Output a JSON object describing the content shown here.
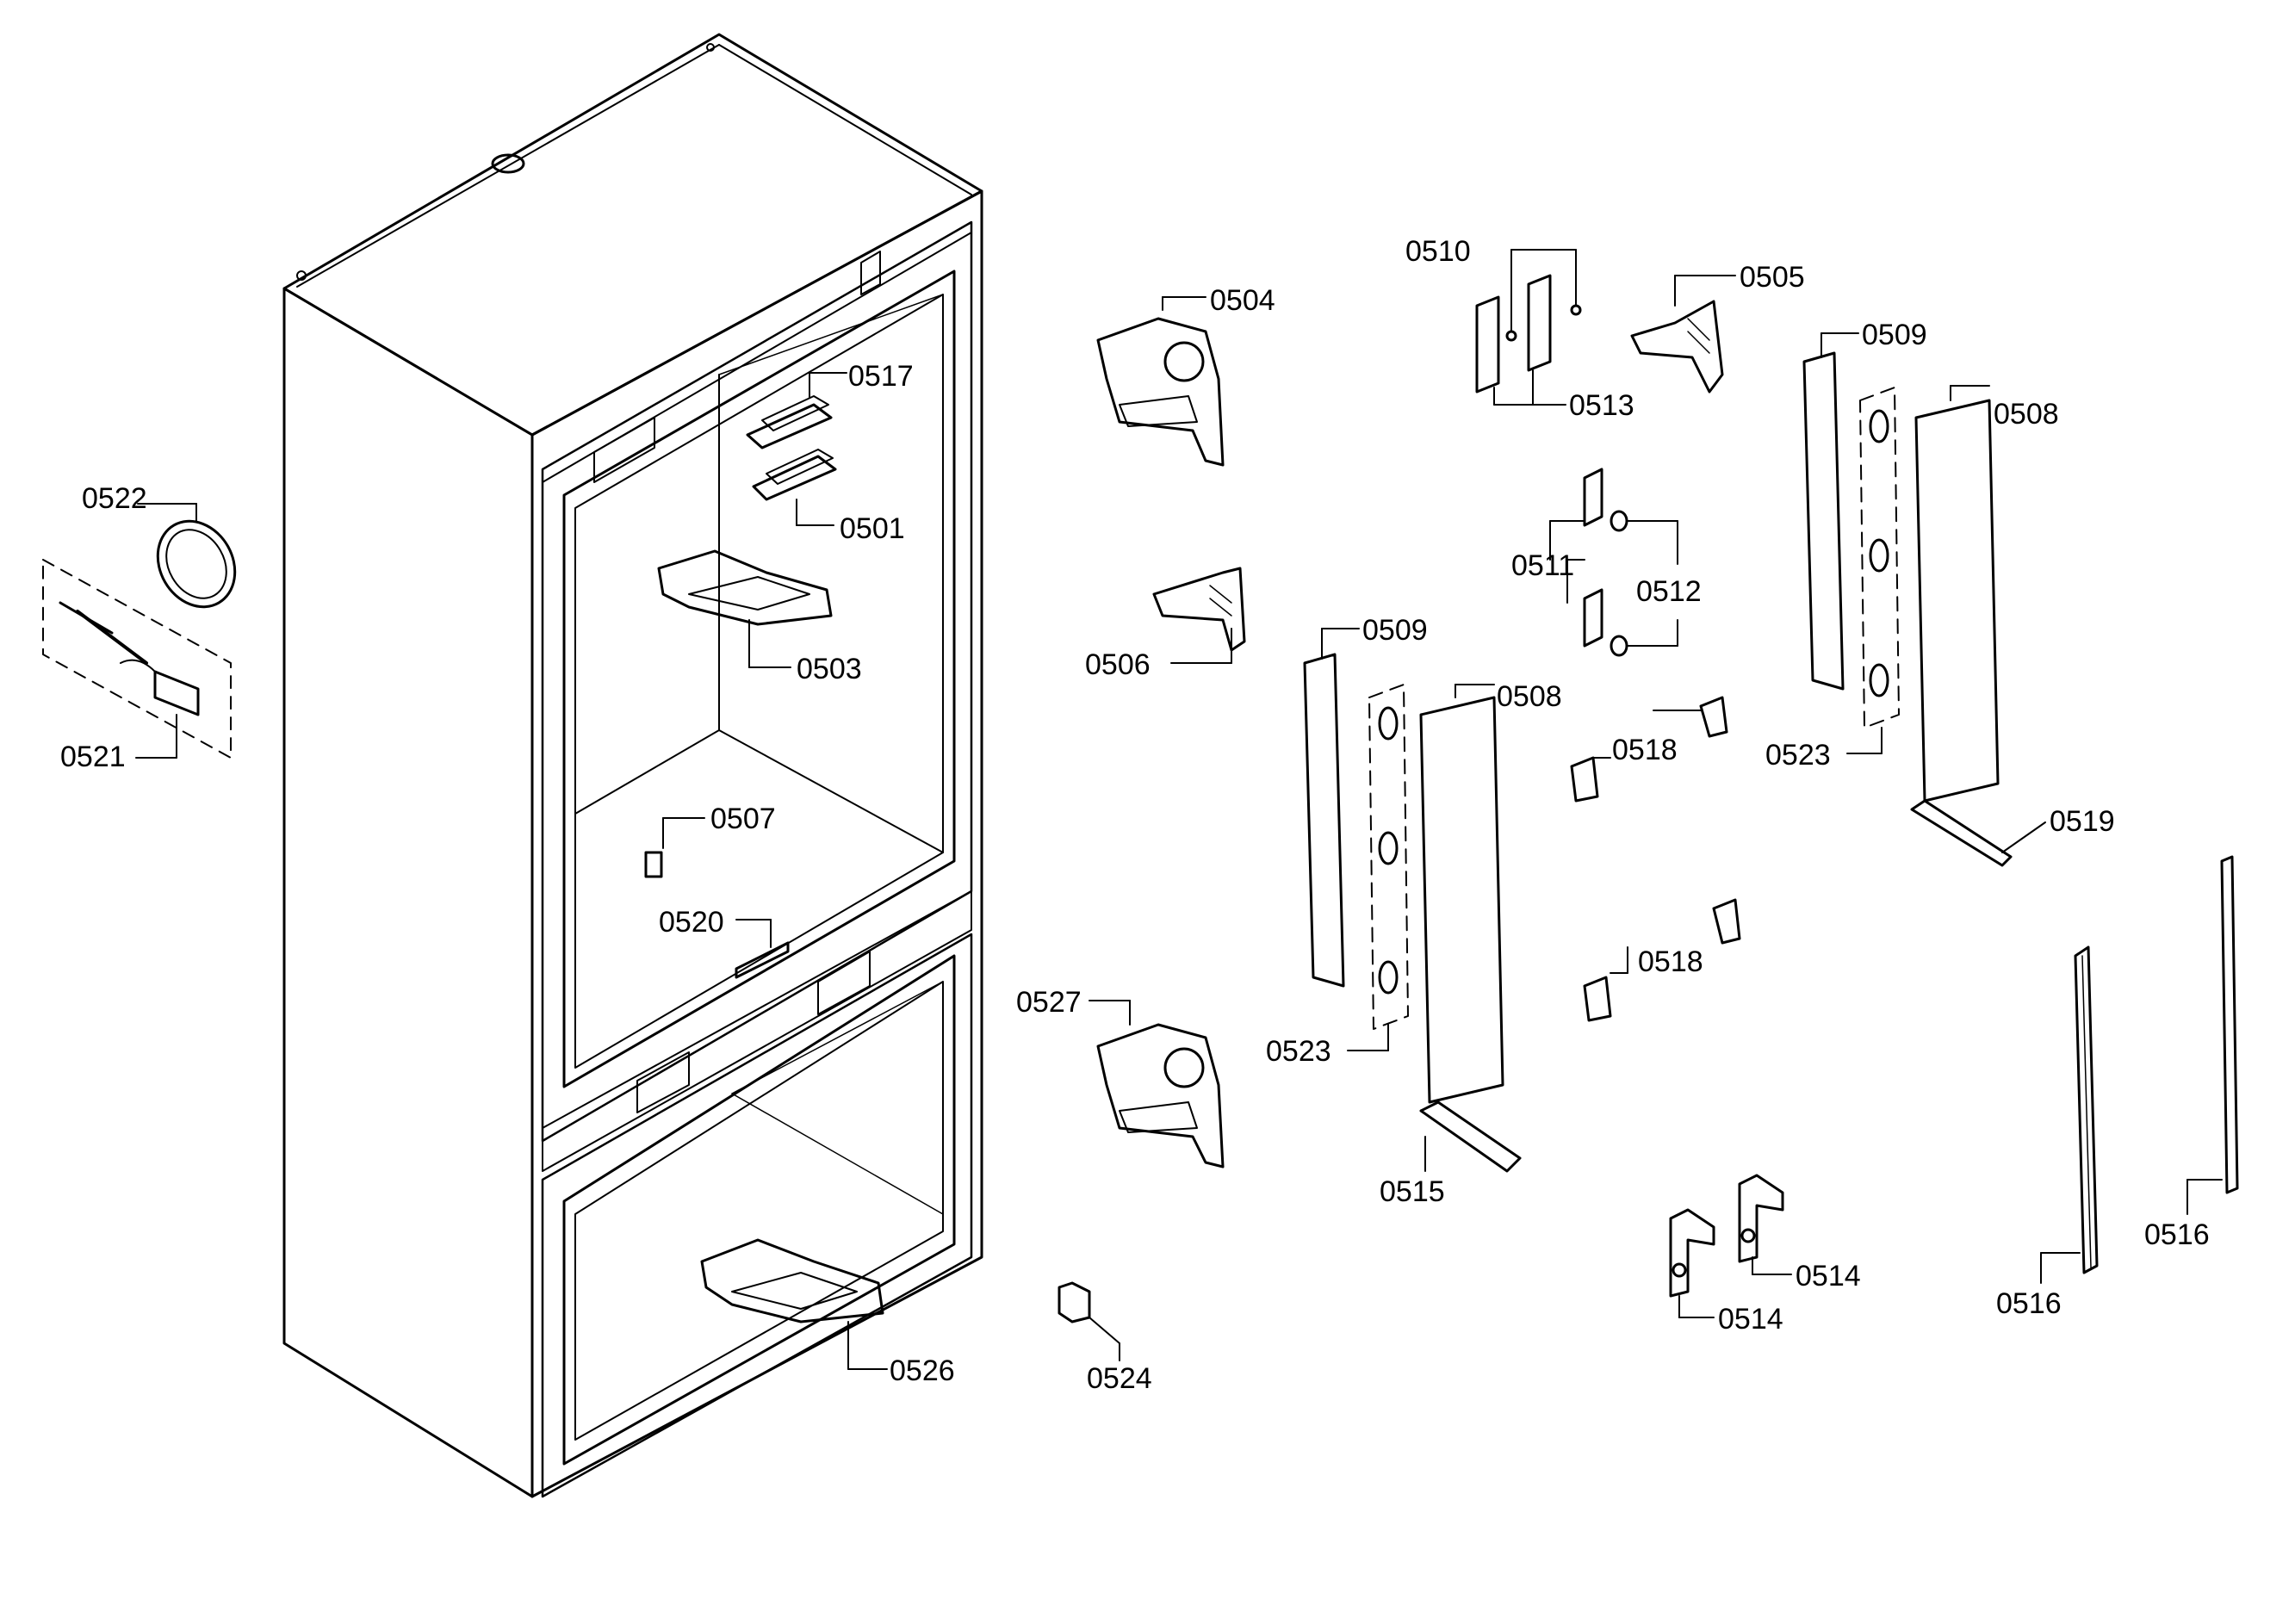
{
  "labels": {
    "p0501": "0501",
    "p0503": "0503",
    "p0504": "0504",
    "p0505": "0505",
    "p0506": "0506",
    "p0507": "0507",
    "p0508a": "0508",
    "p0508b": "0508",
    "p0509a": "0509",
    "p0509b": "0509",
    "p0510": "0510",
    "p0511": "0511",
    "p0512": "0512",
    "p0513": "0513",
    "p0514a": "0514",
    "p0514b": "0514",
    "p0515": "0515",
    "p0516a": "0516",
    "p0516b": "0516",
    "p0517": "0517",
    "p0518a": "0518",
    "p0518b": "0518",
    "p0519": "0519",
    "p0520": "0520",
    "p0521": "0521",
    "p0522": "0522",
    "p0523a": "0523",
    "p0523b": "0523",
    "p0524": "0524",
    "p0526": "0526",
    "p0527": "0527"
  }
}
